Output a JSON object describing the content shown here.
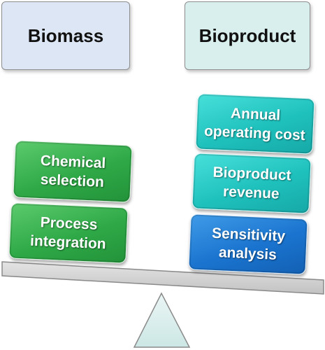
{
  "headers": {
    "biomass": "Biomass",
    "bioproduct": "Bioproduct"
  },
  "left_weights": {
    "chemical_selection": "Chemical\nselection",
    "process_integration": "Process\nintegration"
  },
  "right_weights": {
    "annual_operating_cost": "Annual\noperating cost",
    "bioproduct_revenue": "Bioproduct\nrevenue",
    "sensitivity_analysis": "Sensitivity\nanalysis"
  },
  "colors": {
    "biomass_box": "#dde6f4",
    "bioproduct_box": "#d9efee",
    "green_weight": "#2fa947",
    "teal_weight": "#1fc1bd",
    "blue_weight": "#1a74cf",
    "beam": "#d0d0d0",
    "fulcrum": "#d8eeec"
  }
}
